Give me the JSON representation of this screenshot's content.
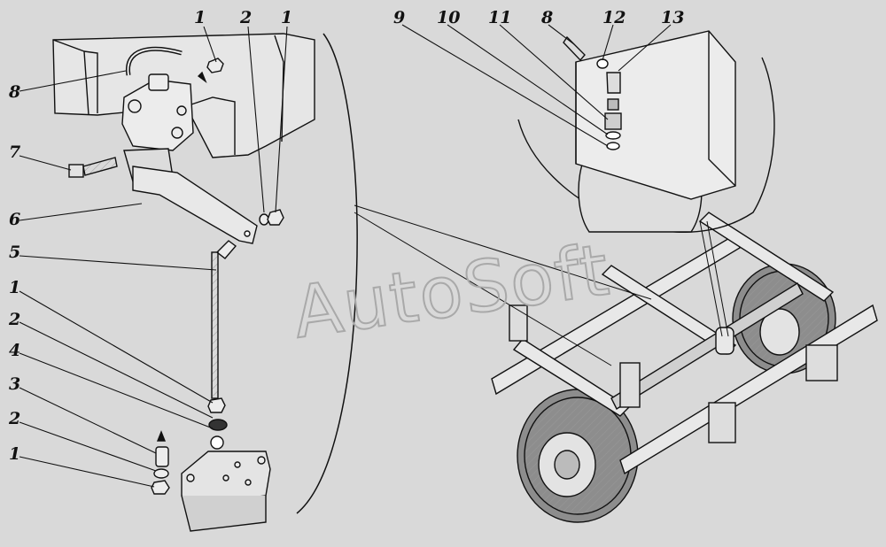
{
  "watermark": "AutoSoft",
  "colors": {
    "background": "#d9d9d9",
    "ink": "#111111",
    "part_fill": "#ececec",
    "shade": "#b5b5b5"
  },
  "callouts": [
    {
      "id": "c1a",
      "text": "1"
    },
    {
      "id": "c2a",
      "text": "2"
    },
    {
      "id": "c1b",
      "text": "1"
    },
    {
      "id": "c8a",
      "text": "8"
    },
    {
      "id": "c7",
      "text": "7"
    },
    {
      "id": "c6",
      "text": "6"
    },
    {
      "id": "c5",
      "text": "5"
    },
    {
      "id": "c1c",
      "text": "1"
    },
    {
      "id": "c2b",
      "text": "2"
    },
    {
      "id": "c4",
      "text": "4"
    },
    {
      "id": "c3",
      "text": "3"
    },
    {
      "id": "c2c",
      "text": "2"
    },
    {
      "id": "c1d",
      "text": "1"
    },
    {
      "id": "c9",
      "text": "9"
    },
    {
      "id": "c10",
      "text": "10"
    },
    {
      "id": "c11",
      "text": "11"
    },
    {
      "id": "c8b",
      "text": "8"
    },
    {
      "id": "c12",
      "text": "12"
    },
    {
      "id": "c13",
      "text": "13"
    }
  ]
}
